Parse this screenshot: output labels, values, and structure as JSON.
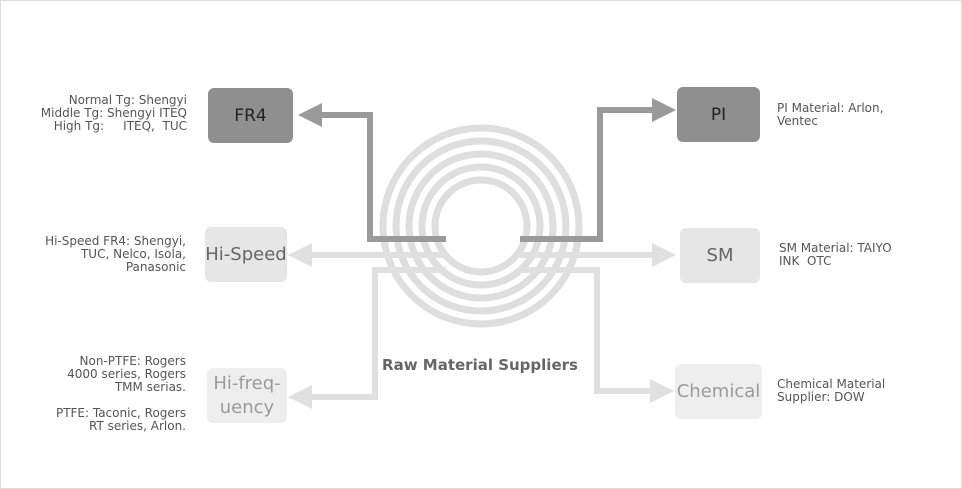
{
  "center": {
    "title": "Raw Material Suppliers"
  },
  "nodes": {
    "fr4": {
      "label": "FR4",
      "note": "Normal Tg: Shengyi\nMiddle Tg: Shengyi ITEQ\nHigh Tg:     ITEQ,  TUC"
    },
    "hispeed": {
      "label": "Hi-Speed",
      "note": "Hi-Speed FR4: Shengyi,\nTUC, Nelco, Isola,\nPanasonic"
    },
    "hifreq": {
      "label": "Hi-freq-\nuency",
      "note": "Non-PTFE: Rogers\n4000 series, Rogers\nTMM serias.\n\nPTFE: Taconic, Rogers\nRT series, Arlon."
    },
    "pi": {
      "label": "PI",
      "note": "PI Material: Arlon,\nVentec"
    },
    "sm": {
      "label": "SM",
      "note": "SM Material: TAIYO\nINK  OTC"
    },
    "chemical": {
      "label": "Chemical",
      "note": "Chemical Material\nSupplier: DOW"
    }
  },
  "colors": {
    "dark_arrow": "#9a9a9a",
    "light_arrow": "#e0e0e0",
    "rings": "#dedede"
  }
}
